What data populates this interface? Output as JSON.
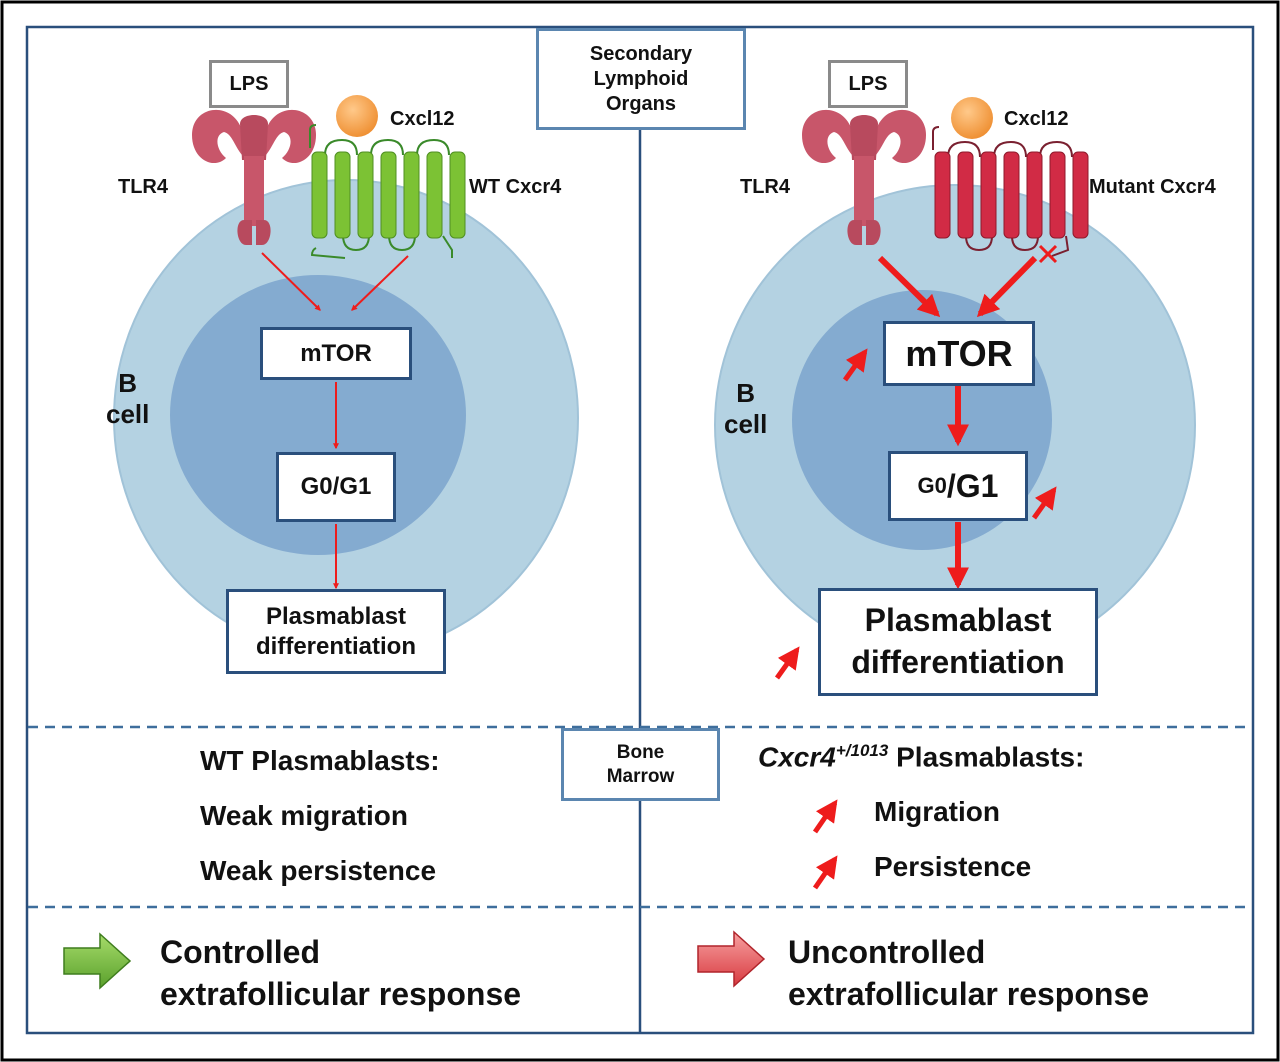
{
  "regions": {
    "secondary_lymphoid": [
      "Secondary",
      "Lymphoid",
      "Organs"
    ],
    "bone_marrow": [
      "Bone",
      "Marrow"
    ]
  },
  "left": {
    "lps": "LPS",
    "cxcl12": "Cxcl12",
    "tlr4": "TLR4",
    "receptor": "WT Cxcr4",
    "cell_label": [
      "B",
      "cell"
    ],
    "mtor": "mTOR",
    "cycle": "G0/G1",
    "plasmablast": [
      "Plasmablast",
      "differentiation"
    ],
    "summary_title": "WT Plasmablasts:",
    "summary_items": [
      "Weak migration",
      "Weak persistence"
    ],
    "outcome": [
      "Controlled",
      "extrafollicular response"
    ]
  },
  "right": {
    "lps": "LPS",
    "cxcl12": "Cxcl12",
    "tlr4": "TLR4",
    "receptor": "Mutant Cxcr4",
    "cell_label": [
      "B",
      "cell"
    ],
    "mtor": "mTOR",
    "cycle_small": "G0",
    "cycle_large": "/G1",
    "plasmablast": [
      "Plasmablast",
      "differentiation"
    ],
    "summary_gene": "Cxcr4",
    "summary_sup": "+/1013",
    "summary_rest": " Plasmablasts:",
    "summary_items": [
      "Migration",
      "Persistence"
    ],
    "outcome": [
      "Uncontrolled",
      "extrafollicular response"
    ]
  },
  "colors": {
    "frame_line": "#2a4f7c",
    "dashed_line": "#3e6e9c",
    "cell_outer": "#b4d2e2",
    "cell_inner": "#84abd0",
    "tlr4": "#c8566a",
    "wt_receptor": "#7cc234",
    "mutant_receptor": "#d12b45",
    "ligand": "#f4a04a",
    "arrow_red": "#ee1c1c",
    "green_arrow": "#7ac143",
    "red_outcome_arrow": "#e5484d"
  }
}
